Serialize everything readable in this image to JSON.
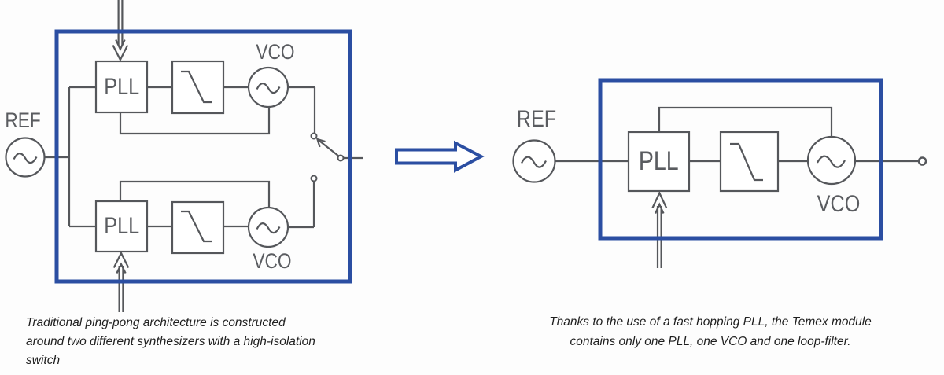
{
  "colors": {
    "module_outline_blue": "#2b4ea2",
    "schematic_line_gray": "#55575b",
    "label_gray": "#5a5c60",
    "caption_text": "#1f1f1f"
  },
  "left_diagram": {
    "ref_label": "REF",
    "top_chain": {
      "pll_label": "PLL",
      "vco_label": "VCO"
    },
    "bottom_chain": {
      "pll_label": "PLL",
      "vco_label": "VCO"
    },
    "caption_lines": [
      "Traditional ping-pong architecture is constructed",
      "around two different synthesizers with a high-isolation",
      "switch"
    ]
  },
  "right_diagram": {
    "ref_label": "REF",
    "pll_label": "PLL",
    "vco_label": "VCO",
    "caption_lines": [
      "Thanks to the use of a fast hopping PLL, the Temex module",
      "contains only one PLL, one VCO and one loop-filter."
    ]
  }
}
